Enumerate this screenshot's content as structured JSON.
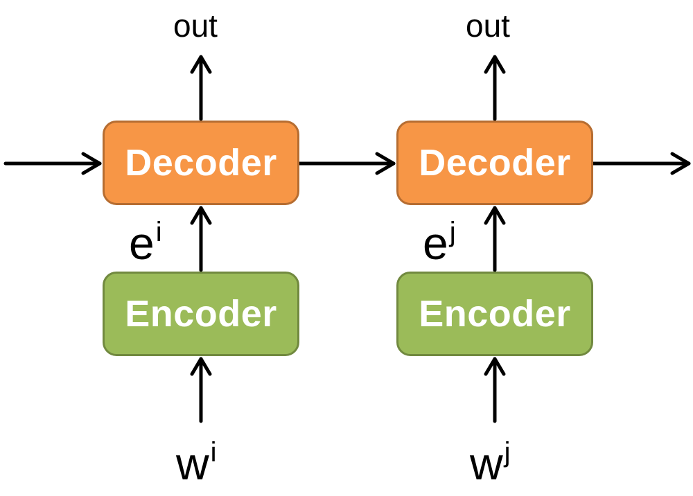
{
  "colors": {
    "decoder_fill": "#f79646",
    "decoder_border": "#b66d31",
    "encoder_fill": "#9bbb59",
    "encoder_border": "#71893f",
    "arrow": "#000000"
  },
  "columns": [
    {
      "output_label": "out",
      "decoder_label": "Decoder",
      "encoder_label": "Encoder",
      "embedding": {
        "base": "e",
        "index": "i"
      },
      "word": {
        "base": "w",
        "index": "i"
      }
    },
    {
      "output_label": "out",
      "decoder_label": "Decoder",
      "encoder_label": "Encoder",
      "embedding": {
        "base": "e",
        "index": "j"
      },
      "word": {
        "base": "w",
        "index": "j"
      }
    }
  ]
}
